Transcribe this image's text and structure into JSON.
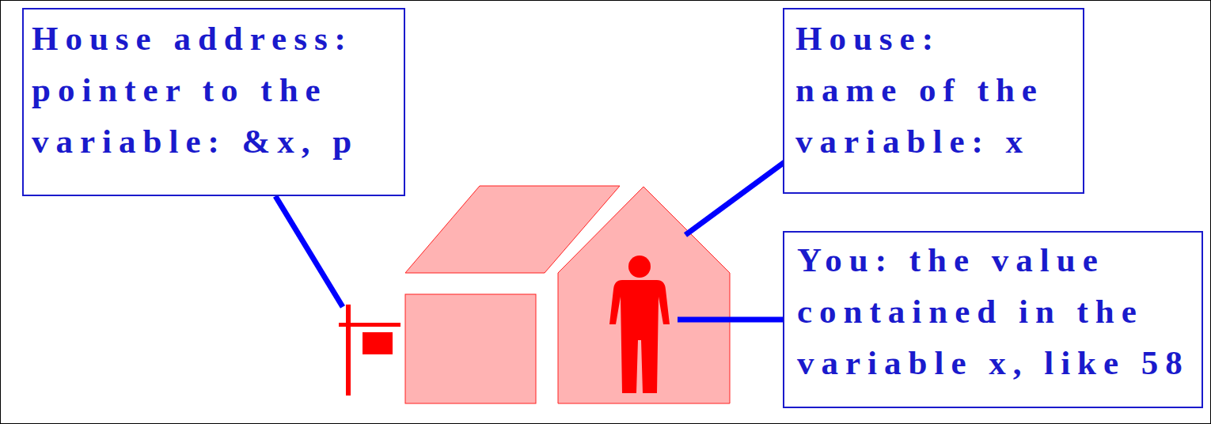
{
  "diagram": {
    "nodes": [
      {
        "text": [
          "House address: pointer to the variable: &x, p"
        ]
      },
      {
        "text": [
          "House: name of the variable: x"
        ]
      },
      {
        "text": [
          "You: the value contained in the variable x, like 58"
        ]
      }
    ]
  }
}
